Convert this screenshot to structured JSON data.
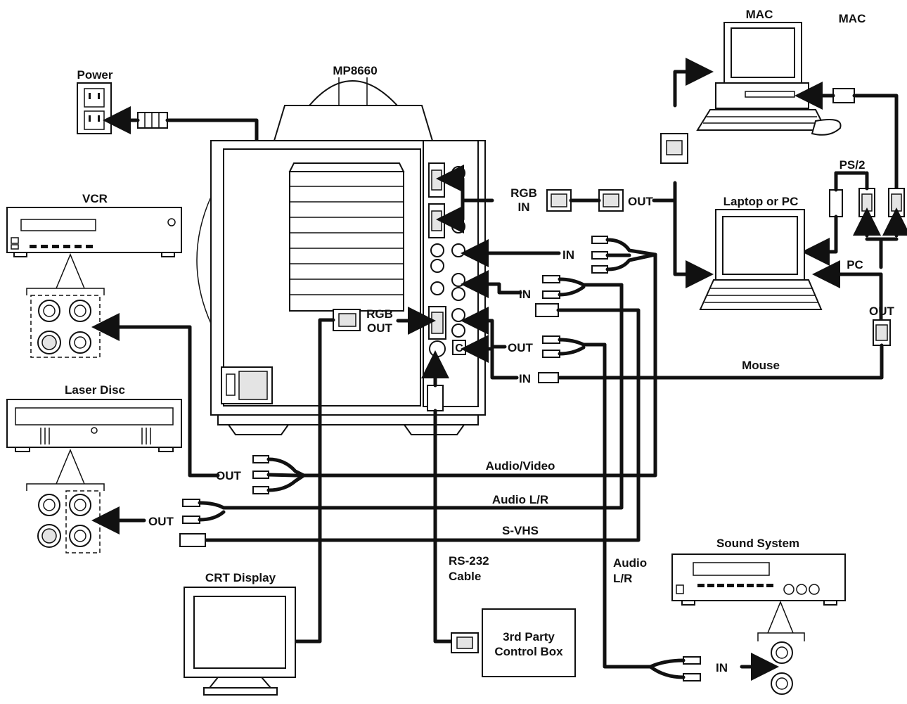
{
  "devices": {
    "power": "Power",
    "projector": "MP8660",
    "mac_left": "MAC",
    "mac_right": "MAC",
    "vcr": "VCR",
    "laptop": "Laptop or PC",
    "ps2": "PS/2",
    "pc": "PC",
    "laser_disc": "Laser Disc",
    "crt": "CRT Display",
    "sound_system": "Sound System",
    "control_box_line1": "3rd Party",
    "control_box_line2": "Control Box"
  },
  "ports": {
    "rgb_in_1": "RGB",
    "rgb_in_2": "IN",
    "rgb_out_1": "RGB",
    "rgb_out_2": "OUT",
    "mac_out": "OUT",
    "av_in": "IN",
    "audio_in": "IN",
    "audio_out": "OUT",
    "mouse_in": "IN",
    "pc_out": "OUT",
    "laser_out": "OUT",
    "vcr_out": "OUT",
    "sound_in": "IN",
    "c_port": "C"
  },
  "cables": {
    "mouse": "Mouse",
    "audio_video": "Audio/Video",
    "audio_lr": "Audio L/R",
    "svhs": "S-VHS",
    "rs232_1": "RS-232",
    "rs232_2": "Cable",
    "audio_lr_vert_1": "Audio",
    "audio_lr_vert_2": "L/R"
  }
}
